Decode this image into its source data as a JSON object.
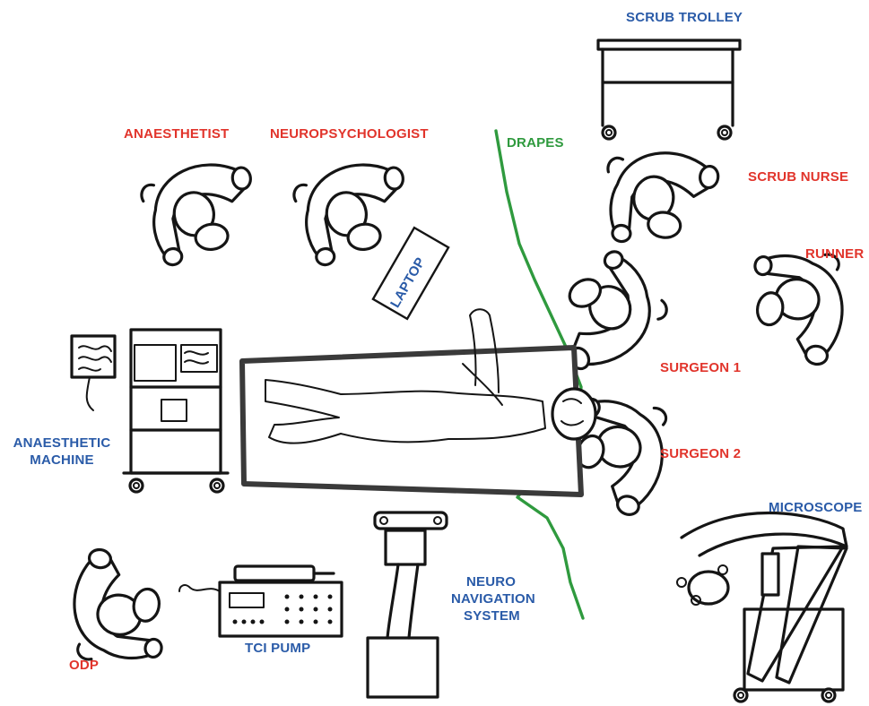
{
  "labels": {
    "scrub_trolley": "SCRUB TROLLEY",
    "anaesthetist": "ANAESTHETIST",
    "neuropsychologist": "NEUROPSYCHOLOGIST",
    "drapes": "DRAPES",
    "scrub_nurse": "SCRUB NURSE",
    "runner": "RUNNER",
    "laptop": "LAPTOP",
    "surgeon_1": "SURGEON 1",
    "surgeon_2": "SURGEON 2",
    "anaesthetic_machine_line1": "ANAESTHETIC",
    "anaesthetic_machine_line2": "MACHINE",
    "microscope": "MICROSCOPE",
    "neuro_nav_line1": "NEURO",
    "neuro_nav_line2": "NAVIGATION",
    "neuro_nav_line3": "SYSTEM",
    "tci_pump": "TCI PUMP",
    "odp": "ODP"
  },
  "colors": {
    "staff_label": "#e1342b",
    "equipment_label": "#2a5ba8",
    "drapes_line": "#2f9a3e",
    "ink": "#151515"
  }
}
